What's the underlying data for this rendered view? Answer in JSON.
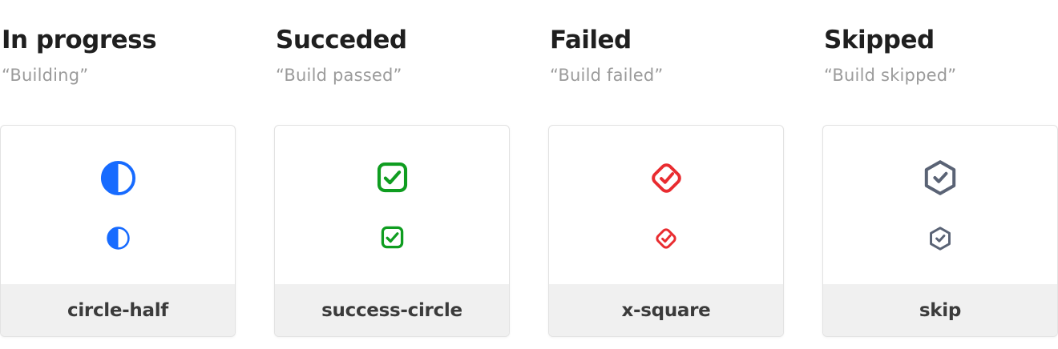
{
  "page": {
    "background": "#ffffff"
  },
  "styles": {
    "heading_color": "#1f1f1f",
    "quote_color": "#9b9b9b",
    "label_color": "#3b3b3b",
    "card_border": "#e2e2e2",
    "footer_bg": "#f0f0f0"
  },
  "columns": [
    {
      "heading": "In progress",
      "quote": "“Building”",
      "icon": "circle-half-icon",
      "icon_label": "circle-half",
      "icon_color": "#176bff"
    },
    {
      "heading": "Succeded",
      "quote": "“Build passed”",
      "icon": "check-square-icon",
      "icon_label": "success-circle",
      "icon_color": "#0f9d20"
    },
    {
      "heading": "Failed",
      "quote": "“Build failed”",
      "icon": "check-diamond-icon",
      "icon_label": "x-square",
      "icon_color": "#e92c30"
    },
    {
      "heading": "Skipped",
      "quote": "“Build skipped”",
      "icon": "check-hexagon-icon",
      "icon_label": "skip",
      "icon_color": "#5a6375"
    }
  ]
}
